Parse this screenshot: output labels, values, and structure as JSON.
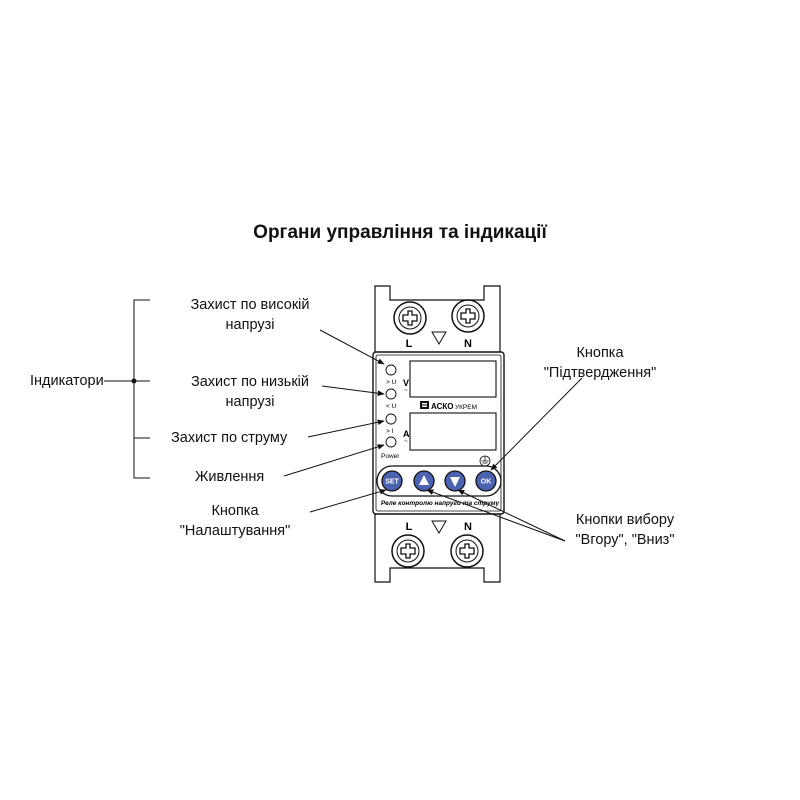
{
  "title": "Органи управління та індикації",
  "labels": {
    "indicators": "Індикатори",
    "high_voltage_1": "Захист по високій",
    "high_voltage_2": "напрузі",
    "low_voltage_1": "Захист по низькій",
    "low_voltage_2": "напрузі",
    "current": "Захист по струму",
    "power": "Живлення",
    "set_button_1": "Кнопка",
    "set_button_2": "\"Налаштування\"",
    "ok_button_1": "Кнопка",
    "ok_button_2": "\"Підтвердження\"",
    "updown_1": "Кнопки вибору",
    "updown_2": "\"Вгору\", \"Вниз\""
  },
  "device": {
    "terminal_top_left": "L",
    "terminal_top_right": "N",
    "terminal_bottom_left": "L",
    "terminal_bottom_right": "N",
    "led_high_voltage": "> U",
    "led_low_voltage": "< U",
    "led_current": "> I",
    "led_power": "Power",
    "unit_voltage": "V",
    "unit_current": "A",
    "wave": "~",
    "brand": "АСКО",
    "brand_suffix": "УКРЕМ",
    "btn_set": "SET",
    "btn_ok": "OK",
    "footer": "Реле контролю напруги та струму"
  },
  "colors": {
    "button_fill": "#4a62b0",
    "line": "#111111"
  }
}
